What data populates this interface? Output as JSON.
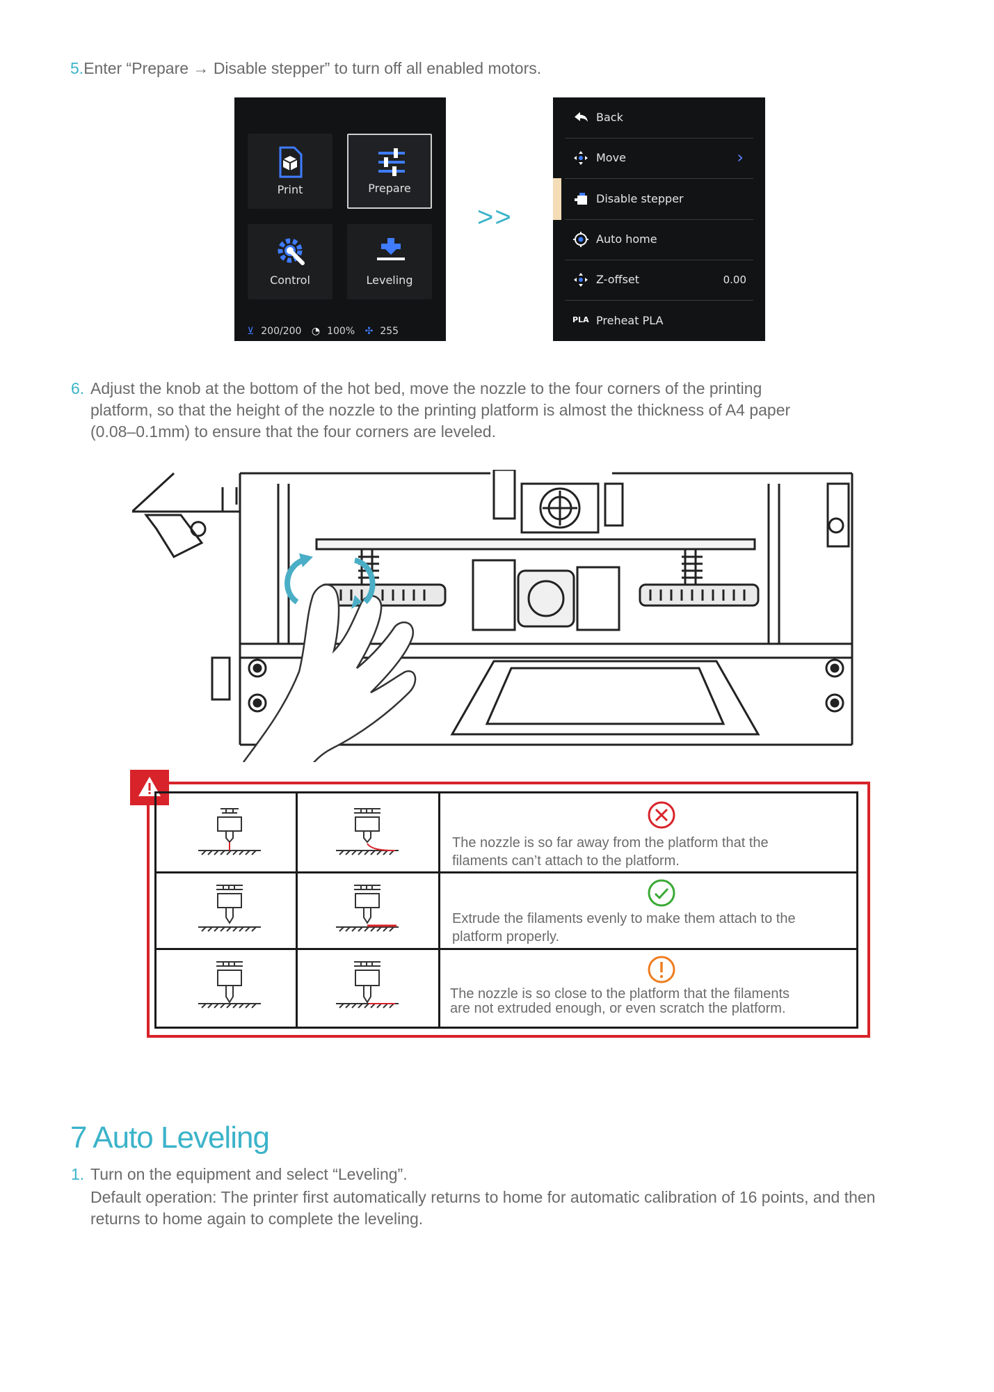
{
  "step5": {
    "number": "5.",
    "text": "Enter “Prepare → Disable stepper” to turn off all enabled motors."
  },
  "screen1": {
    "tiles": [
      {
        "label": "Print",
        "icon": "print-cube-icon"
      },
      {
        "label": "Prepare",
        "icon": "prepare-sliders-icon",
        "selected": true
      },
      {
        "label": "Control",
        "icon": "control-gear-wrench-icon"
      },
      {
        "label": "Leveling",
        "icon": "leveling-icon"
      }
    ],
    "status": {
      "temp": "200/200",
      "speed": "100%",
      "fan": "255"
    }
  },
  "arrow": ">>",
  "screen2": {
    "items": [
      {
        "label": "Back",
        "icon": "back-arrow-icon"
      },
      {
        "label": "Move",
        "icon": "move-icon",
        "chevron": "›"
      },
      {
        "label": "Disable stepper",
        "icon": "stepper-icon"
      },
      {
        "label": "Auto home",
        "icon": "home-target-icon"
      },
      {
        "label": "Z-offset",
        "icon": "z-offset-icon",
        "value": "0.00"
      },
      {
        "label": "Preheat PLA",
        "icon": "pla-icon",
        "prefix": "PLA"
      }
    ]
  },
  "step6": {
    "number": "6.",
    "text_lines": [
      "Adjust the knob at the bottom of the hot bed, move the nozzle to the four corners of the printing",
      "platform, so that the height of the nozzle to the printing platform is almost the thickness of A4 paper",
      "(0.08–0.1mm) to ensure that the four corners are leveled."
    ]
  },
  "table": {
    "rows": [
      {
        "status": "error",
        "status_icon": "x-circle-icon",
        "color": "#d8232a",
        "lines": [
          "The nozzle is so far away from the platform that the",
          "filaments can’t attach to the platform."
        ]
      },
      {
        "status": "ok",
        "status_icon": "check-circle-icon",
        "color": "#3aa935",
        "lines": [
          "Extrude the filaments evenly to make them attach to the",
          "platform properly."
        ]
      },
      {
        "status": "warning",
        "status_icon": "exclamation-circle-icon",
        "color": "#ee7d1f",
        "lines": [
          "The nozzle is so close to the platform that the filaments",
          "are not extruded enough, or even scratch the platform."
        ]
      }
    ]
  },
  "section7": {
    "title": "7 Auto Leveling",
    "step1_number": "1.",
    "step1_title": "Turn on the equipment and select “Leveling”.",
    "step1_lines": [
      "Default operation: The printer first automatically returns to home for automatic calibration of 16 points, and then",
      "returns to home again to complete the leveling."
    ]
  }
}
